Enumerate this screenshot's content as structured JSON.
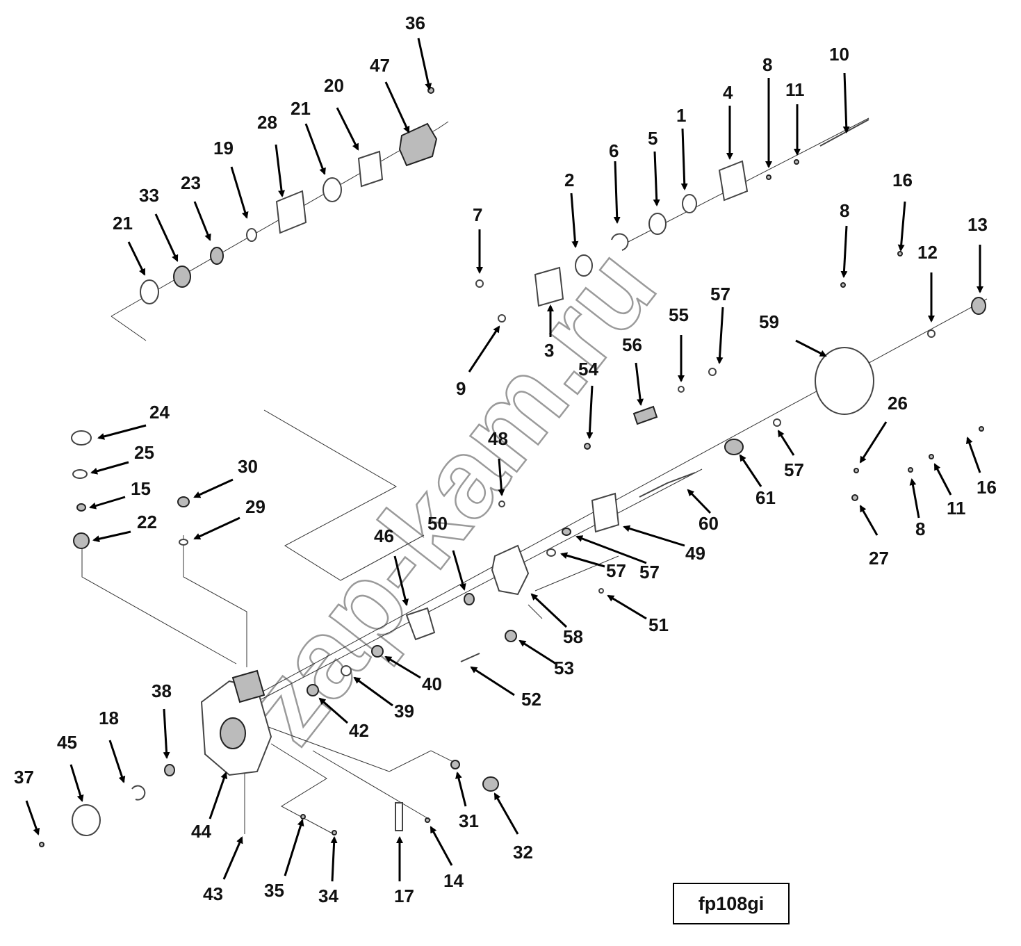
{
  "diagram": {
    "figure_code": "fp108gi",
    "watermark": "zap-kam.ru",
    "callouts": [
      {
        "id": "c36",
        "text": "36"
      },
      {
        "id": "c47",
        "text": "47"
      },
      {
        "id": "c20",
        "text": "20"
      },
      {
        "id": "c21a",
        "text": "21"
      },
      {
        "id": "c28",
        "text": "28"
      },
      {
        "id": "c19",
        "text": "19"
      },
      {
        "id": "c23",
        "text": "23"
      },
      {
        "id": "c33",
        "text": "33"
      },
      {
        "id": "c21b",
        "text": "21"
      },
      {
        "id": "c10",
        "text": "10"
      },
      {
        "id": "c8a",
        "text": "8"
      },
      {
        "id": "c11a",
        "text": "11"
      },
      {
        "id": "c4",
        "text": "4"
      },
      {
        "id": "c1",
        "text": "1"
      },
      {
        "id": "c5",
        "text": "5"
      },
      {
        "id": "c6",
        "text": "6"
      },
      {
        "id": "c2",
        "text": "2"
      },
      {
        "id": "c7",
        "text": "7"
      },
      {
        "id": "c3",
        "text": "3"
      },
      {
        "id": "c9",
        "text": "9"
      },
      {
        "id": "c16a",
        "text": "16"
      },
      {
        "id": "c8b",
        "text": "8"
      },
      {
        "id": "c13",
        "text": "13"
      },
      {
        "id": "c12",
        "text": "12"
      },
      {
        "id": "c57a",
        "text": "57"
      },
      {
        "id": "c55",
        "text": "55"
      },
      {
        "id": "c59",
        "text": "59"
      },
      {
        "id": "c56",
        "text": "56"
      },
      {
        "id": "c54",
        "text": "54"
      },
      {
        "id": "c26",
        "text": "26"
      },
      {
        "id": "c24",
        "text": "24"
      },
      {
        "id": "c25",
        "text": "25"
      },
      {
        "id": "c15",
        "text": "15"
      },
      {
        "id": "c22",
        "text": "22"
      },
      {
        "id": "c30",
        "text": "30"
      },
      {
        "id": "c29",
        "text": "29"
      },
      {
        "id": "c48",
        "text": "48"
      },
      {
        "id": "c57b",
        "text": "57"
      },
      {
        "id": "c61",
        "text": "61"
      },
      {
        "id": "c16b",
        "text": "16"
      },
      {
        "id": "c11b",
        "text": "11"
      },
      {
        "id": "c8c",
        "text": "8"
      },
      {
        "id": "c27",
        "text": "27"
      },
      {
        "id": "c60",
        "text": "60"
      },
      {
        "id": "c49",
        "text": "49"
      },
      {
        "id": "c57c",
        "text": "57"
      },
      {
        "id": "c57d",
        "text": "57"
      },
      {
        "id": "c46",
        "text": "46"
      },
      {
        "id": "c50",
        "text": "50"
      },
      {
        "id": "c58",
        "text": "58"
      },
      {
        "id": "c51",
        "text": "51"
      },
      {
        "id": "c53",
        "text": "53"
      },
      {
        "id": "c40",
        "text": "40"
      },
      {
        "id": "c39",
        "text": "39"
      },
      {
        "id": "c42",
        "text": "42"
      },
      {
        "id": "c52",
        "text": "52"
      },
      {
        "id": "c38",
        "text": "38"
      },
      {
        "id": "c18",
        "text": "18"
      },
      {
        "id": "c45",
        "text": "45"
      },
      {
        "id": "c37",
        "text": "37"
      },
      {
        "id": "c44",
        "text": "44"
      },
      {
        "id": "c43",
        "text": "43"
      },
      {
        "id": "c35",
        "text": "35"
      },
      {
        "id": "c34",
        "text": "34"
      },
      {
        "id": "c17",
        "text": "17"
      },
      {
        "id": "c14",
        "text": "14"
      },
      {
        "id": "c31",
        "text": "31"
      },
      {
        "id": "c32",
        "text": "32"
      }
    ]
  }
}
